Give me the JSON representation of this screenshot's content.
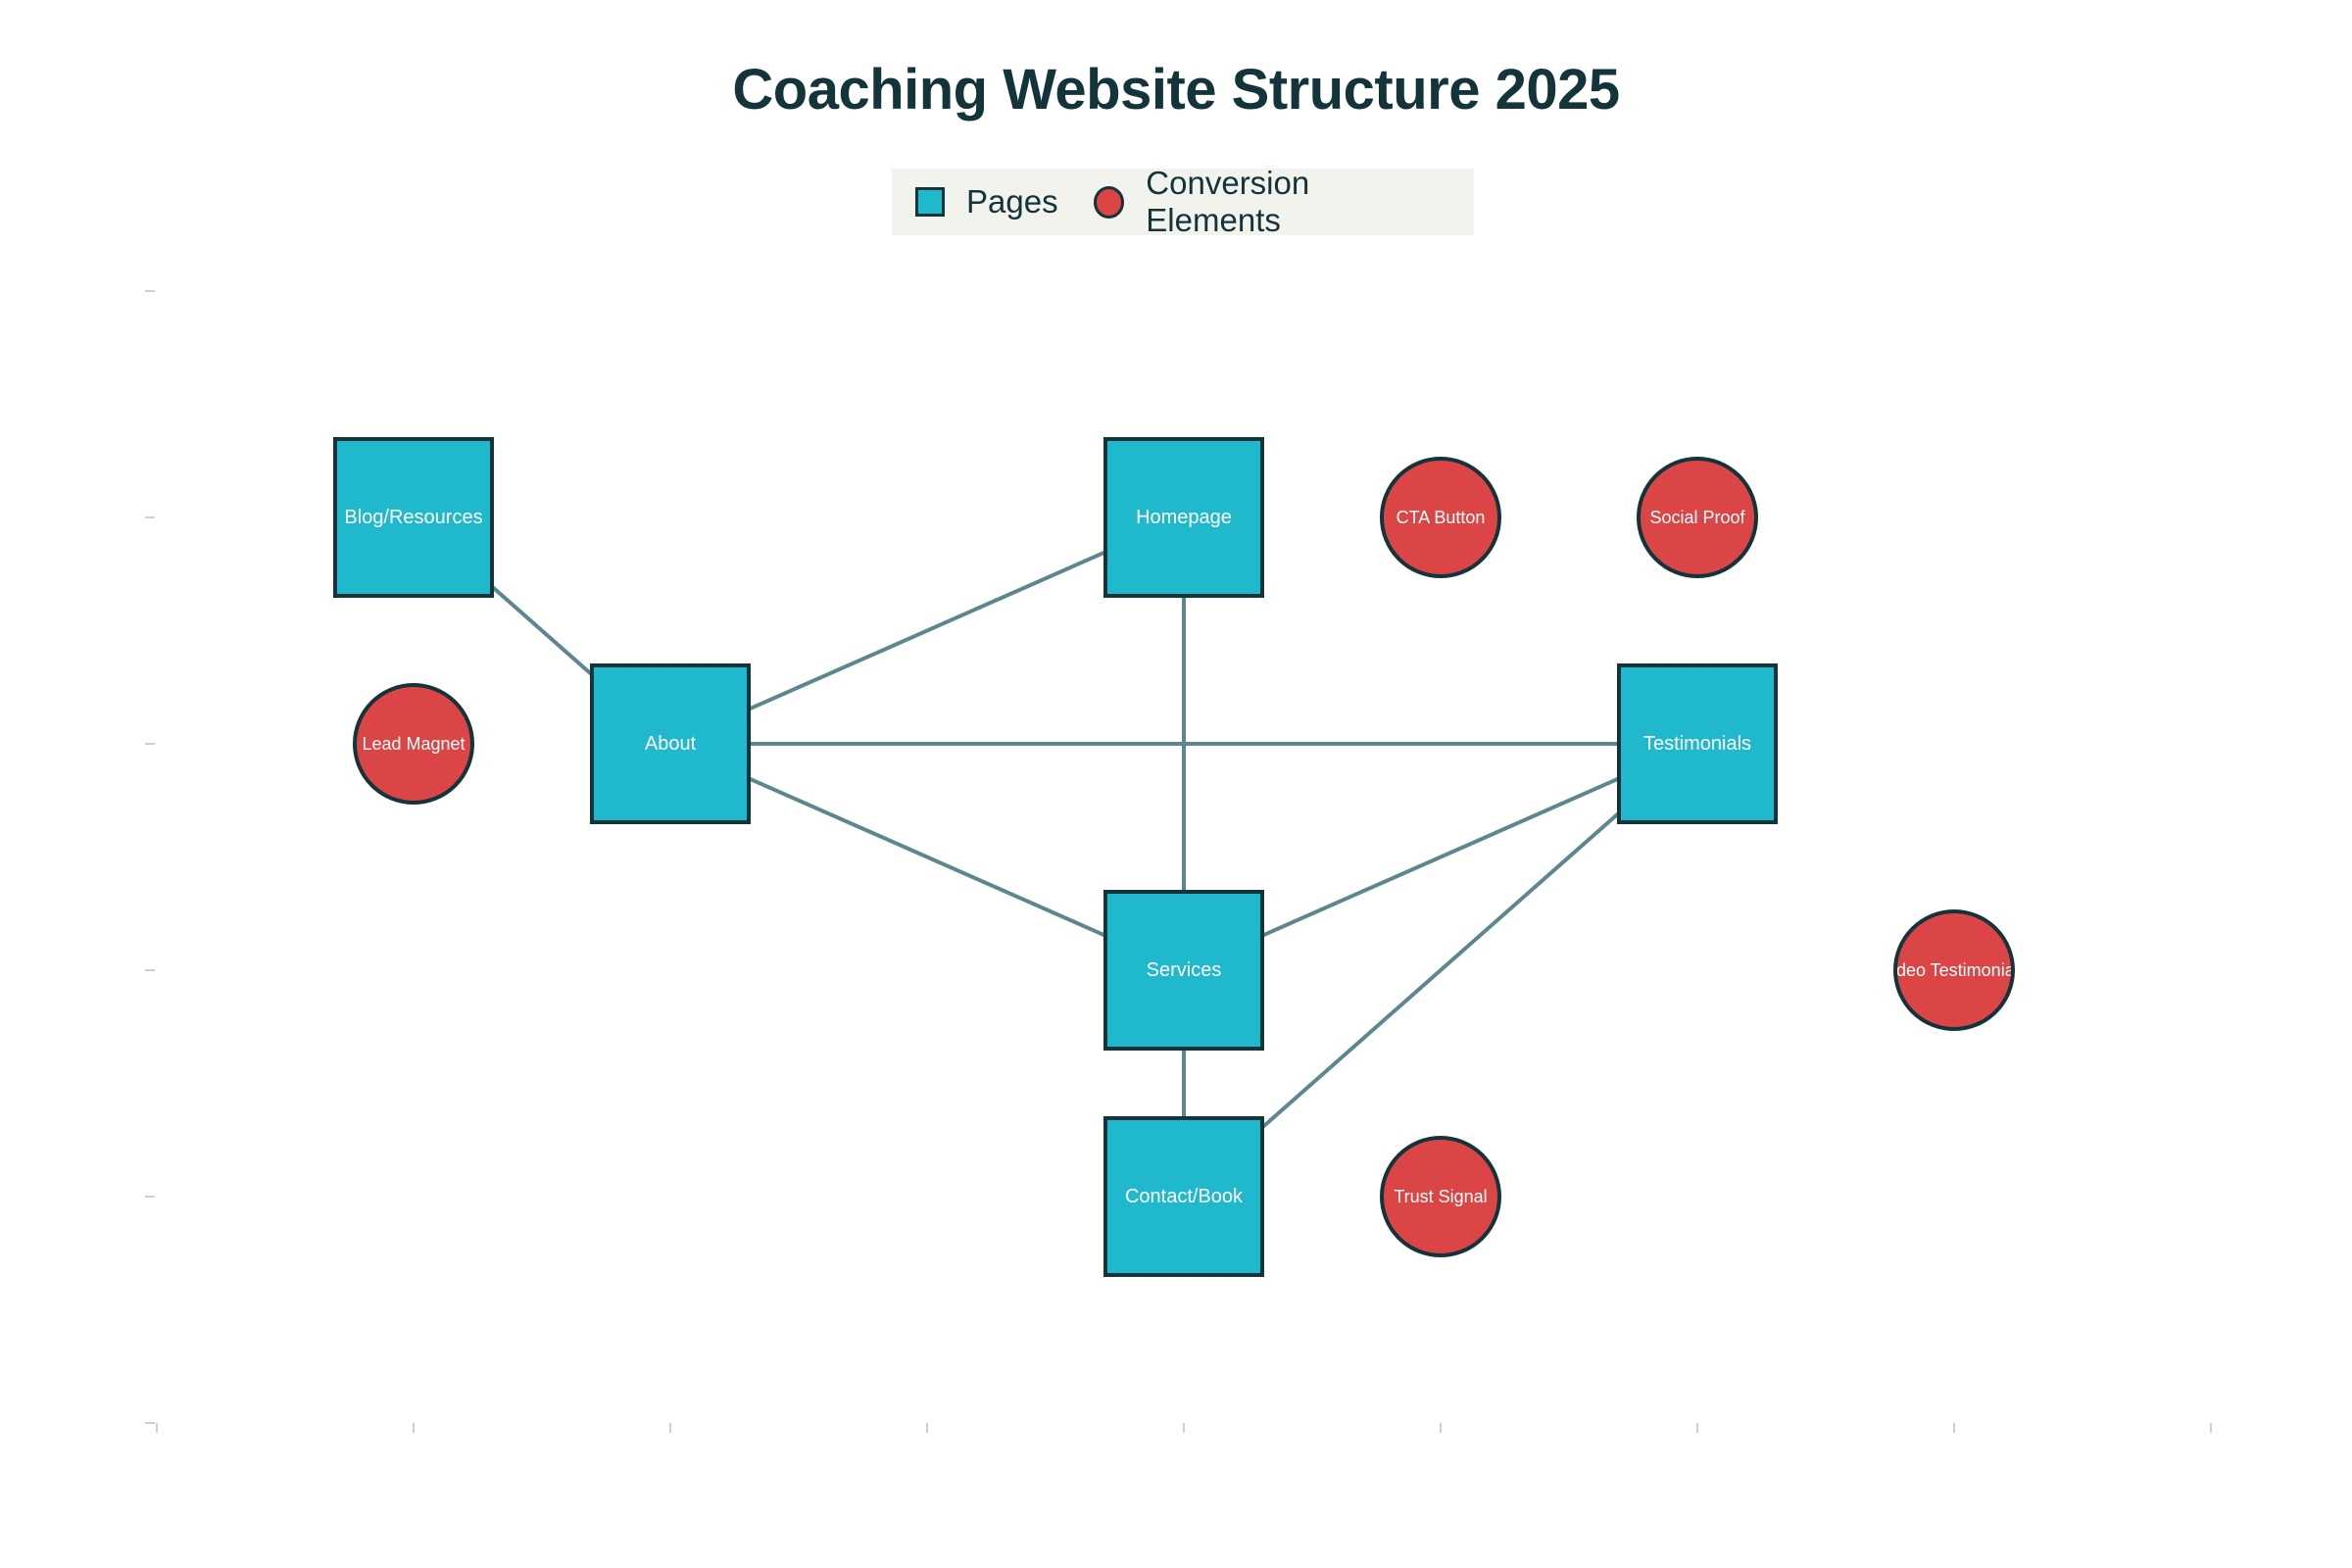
{
  "title": "Coaching Website Structure 2025",
  "legend": {
    "pages_label": "Pages",
    "conversion_label": "Conversion Elements"
  },
  "colors": {
    "page_fill": "#1FB8CD",
    "conversion_fill": "#DB4545",
    "outline": "#13343B",
    "edge": "#5D878F",
    "legend_bg": "#F3F3EE"
  },
  "nodes": [
    {
      "id": "blog",
      "label": "Blog/Resources",
      "kind": "page",
      "col": 1,
      "row": 1
    },
    {
      "id": "homepage",
      "label": "Homepage",
      "kind": "page",
      "col": 4,
      "row": 1
    },
    {
      "id": "cta",
      "label": "CTA Button",
      "kind": "conversion",
      "col": 5,
      "row": 1
    },
    {
      "id": "social",
      "label": "Social Proof",
      "kind": "conversion",
      "col": 6,
      "row": 1
    },
    {
      "id": "lead",
      "label": "Lead Magnet",
      "kind": "conversion",
      "col": 1,
      "row": 2
    },
    {
      "id": "about",
      "label": "About",
      "kind": "page",
      "col": 2,
      "row": 2
    },
    {
      "id": "testimonials",
      "label": "Testimonials",
      "kind": "page",
      "col": 6,
      "row": 2
    },
    {
      "id": "services",
      "label": "Services",
      "kind": "page",
      "col": 4,
      "row": 3
    },
    {
      "id": "video",
      "label": "Video Testimonials",
      "kind": "conversion",
      "col": 7,
      "row": 3
    },
    {
      "id": "contact",
      "label": "Contact/Book",
      "kind": "page",
      "col": 4,
      "row": 4
    },
    {
      "id": "trust",
      "label": "Trust Signal",
      "kind": "conversion",
      "col": 5,
      "row": 4
    }
  ],
  "edges": [
    [
      "blog",
      "about"
    ],
    [
      "about",
      "homepage"
    ],
    [
      "about",
      "services"
    ],
    [
      "about",
      "testimonials"
    ],
    [
      "homepage",
      "services"
    ],
    [
      "services",
      "testimonials"
    ],
    [
      "services",
      "contact"
    ],
    [
      "contact",
      "testimonials"
    ]
  ]
}
